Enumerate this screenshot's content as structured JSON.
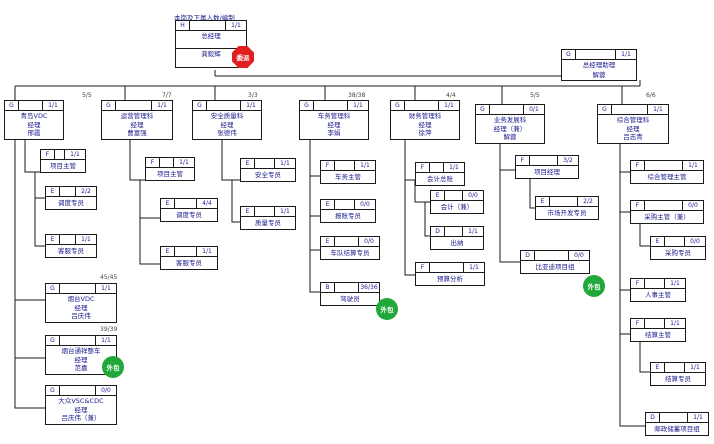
{
  "top_title": "本岗及下属人数/编制",
  "colors": {
    "line": "#1a1a1a",
    "text": "#1a1a8c",
    "red_badge": "#e02020",
    "green_badge": "#22a83a"
  },
  "root": {
    "code": "H",
    "count": "1/1",
    "title": "总经理",
    "person": "龚毅辉",
    "badge": "委派"
  },
  "assistant": {
    "code": "G",
    "count": "1/1",
    "title": "总经理助理",
    "person": "解蓉"
  },
  "dept_counts": {
    "qingdao": "5/5",
    "yunying": "7/7",
    "anquan": "3/3",
    "chewu": "38/38",
    "caiwu": "4/4",
    "yewu": "5/5",
    "zonghe": "6/6",
    "yantai": "45/45",
    "yantaiqiang": "39/39"
  },
  "nodes": {
    "qingdao": {
      "code": "G",
      "count": "1/1",
      "line1": "青岛VDC",
      "line2": "经理",
      "line3": "邢霞"
    },
    "qd_xmzg": {
      "code": "F",
      "count": "1/1",
      "line1": "项目主管"
    },
    "qd_ddzy": {
      "code": "E",
      "count": "2/2",
      "line1": "调度专员"
    },
    "qd_kfzy": {
      "code": "E",
      "count": "1/1",
      "line1": "客服专员"
    },
    "yantai": {
      "code": "G",
      "count": "1/1",
      "line1": "烟台VDC",
      "line2": "经理",
      "line3": "吕庆伟"
    },
    "yantaiqiang": {
      "code": "G",
      "count": "1/1",
      "line1": "烟台通祥整车",
      "line2": "经理",
      "line3": "范嘉",
      "badge": "外包"
    },
    "dazhong": {
      "code": "G",
      "count": "0/0",
      "line1": "大众VSC&CDC",
      "line2": "经理",
      "line3": "吕庆伟（兼）"
    },
    "yunying": {
      "code": "G",
      "count": "1/1",
      "line1": "运营管理科",
      "line2": "经理",
      "line3": "曹富强"
    },
    "yy_xmzg": {
      "code": "F",
      "count": "1/1",
      "line1": "项目主管"
    },
    "yy_ddzy": {
      "code": "E",
      "count": "4/4",
      "line1": "调度专员"
    },
    "yy_kfzy": {
      "code": "E",
      "count": "1/1",
      "line1": "客服专员"
    },
    "anquan": {
      "code": "G",
      "count": "1/1",
      "line1": "安全质量科",
      "line2": "经理",
      "line3": "张德伟"
    },
    "aq_aqzy": {
      "code": "E",
      "count": "1/1",
      "line1": "安全专员"
    },
    "aq_zlzy": {
      "code": "E",
      "count": "1/1",
      "line1": "质量专员"
    },
    "chewu": {
      "code": "G",
      "count": "1/1",
      "line1": "车务管理科",
      "line2": "经理",
      "line3": "李娟"
    },
    "cw_cwzg": {
      "code": "F",
      "count": "1/1",
      "line1": "车务主管"
    },
    "cw_bxzy": {
      "code": "E",
      "count": "0/0",
      "line1": "报账专员"
    },
    "cw_cdjs": {
      "code": "E",
      "count": "0/0",
      "line1": "车队结算专员"
    },
    "cw_jsy": {
      "code": "B",
      "count": "36/36",
      "line1": "驾驶员",
      "badge": "外包"
    },
    "caiwu": {
      "code": "G",
      "count": "1/1",
      "line1": "财务管理科",
      "line2": "经理",
      "line3": "徐萍"
    },
    "cf_kjzg": {
      "code": "F",
      "count": "1/1",
      "line1": "会计总账"
    },
    "cf_kj": {
      "code": "E",
      "count": "0/0",
      "line1": "会计（兼）"
    },
    "cf_cn": {
      "code": "D",
      "count": "1/1",
      "line1": "出纳"
    },
    "cf_ysfx": {
      "code": "F",
      "count": "1/1",
      "line1": "预算分析"
    },
    "yewu": {
      "code": "G",
      "count": "0/1",
      "line1": "业务发展科",
      "line2": "经理（兼）",
      "line3": "解蓉"
    },
    "yw_xmjl": {
      "code": "F",
      "count": "3/2",
      "line1": "项目经理"
    },
    "yw_sckf": {
      "code": "E",
      "count": "2/2",
      "line1": "市场开发专员"
    },
    "yw_byd": {
      "code": "D",
      "count": "0/0",
      "line1": "比亚迪项目组",
      "badge": "外包"
    },
    "zonghe": {
      "code": "G",
      "count": "1/1",
      "line1": "综合管理科",
      "line2": "经理",
      "line3": "吕志青"
    },
    "zh_zhzg": {
      "code": "F",
      "count": "1/1",
      "line1": "综合管理主管"
    },
    "zh_cgzg": {
      "code": "F",
      "count": "0/0",
      "line1": "采购主管（兼）"
    },
    "zh_cgzy": {
      "code": "E",
      "count": "0/0",
      "line1": "采购专员"
    },
    "zh_rszg": {
      "code": "F",
      "count": "1/1",
      "line1": "人事主管"
    },
    "zh_jszg": {
      "code": "F",
      "count": "1/1",
      "line1": "结算主管"
    },
    "zh_jszy": {
      "code": "E",
      "count": "1/1",
      "line1": "结算专员"
    },
    "zh_yzq": {
      "code": "D",
      "count": "1/1",
      "line1": "邮政储蓄项目组"
    }
  }
}
